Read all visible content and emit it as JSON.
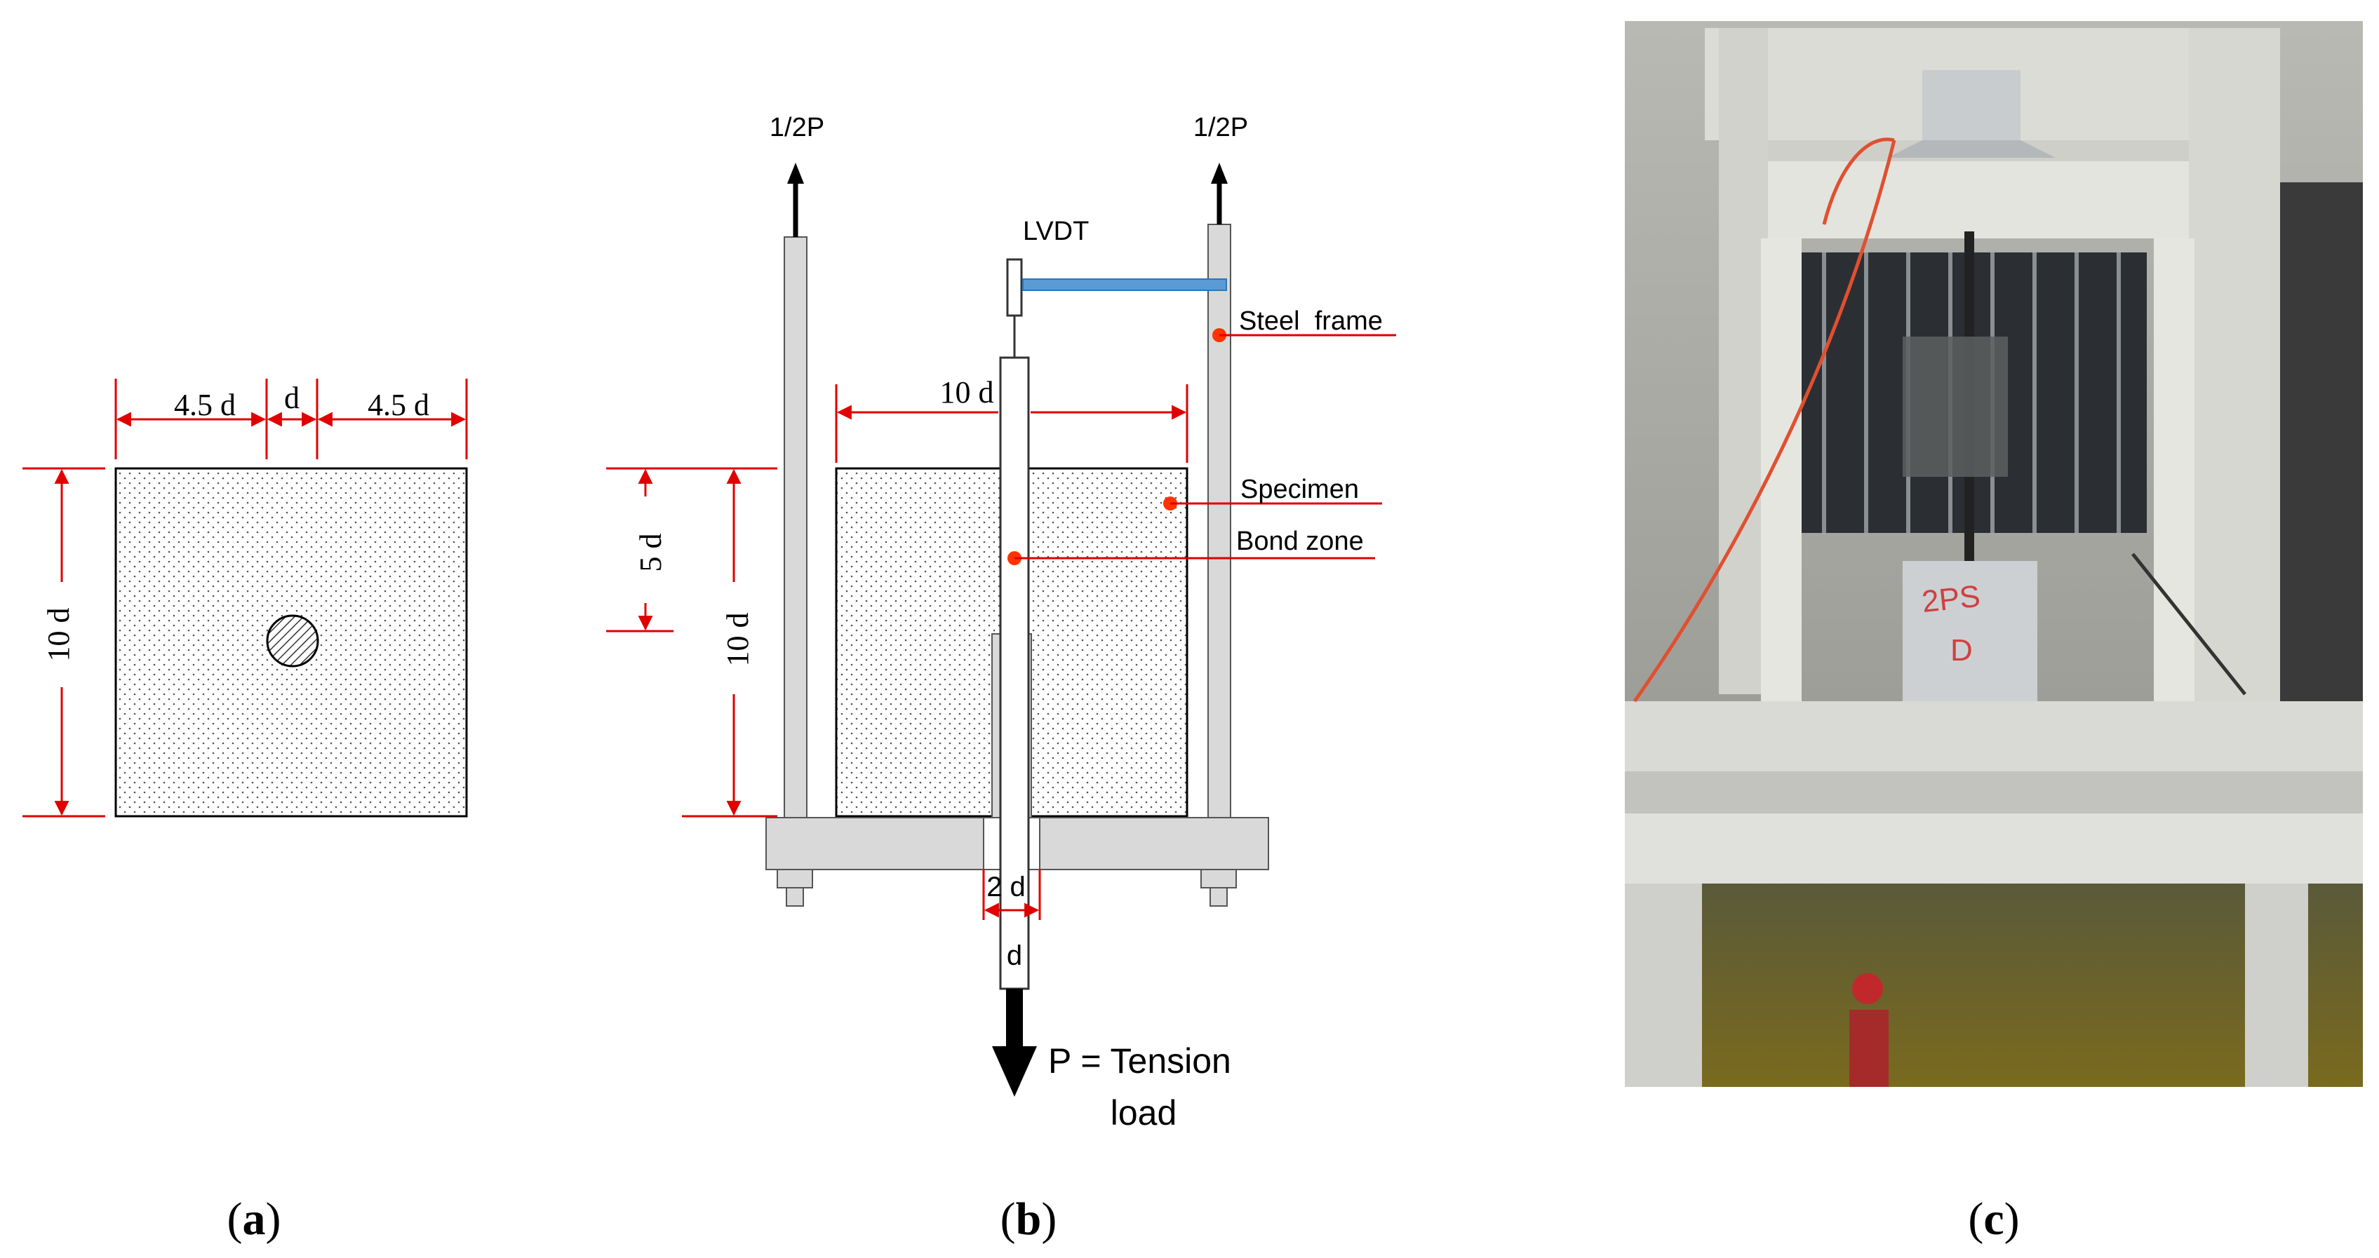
{
  "panel_a": {
    "dim_top_left": "4.5 d",
    "dim_top_mid": "d",
    "dim_top_right": "4.5 d",
    "dim_left": "10 d"
  },
  "panel_b": {
    "load_left": "1/2P",
    "load_right": "1/2P",
    "lvdt": "LVDT",
    "steel_frame": "Steel  frame",
    "specimen": "Specimen",
    "bond_zone": "Bond zone",
    "dim_width": "10 d",
    "dim_bond": "5 d",
    "dim_height": "10 d",
    "dim_hole": "2 d",
    "dim_bar": "d",
    "tension_line1": "P = Tension",
    "tension_line2": "load"
  },
  "captions": {
    "a": "a",
    "b": "b",
    "c": "c"
  },
  "colors": {
    "dimension": "#e00000",
    "frame_fill": "#d9d9d9",
    "lvdt_rod": "#5b9bd5",
    "leader_dot": "#ff3300"
  }
}
